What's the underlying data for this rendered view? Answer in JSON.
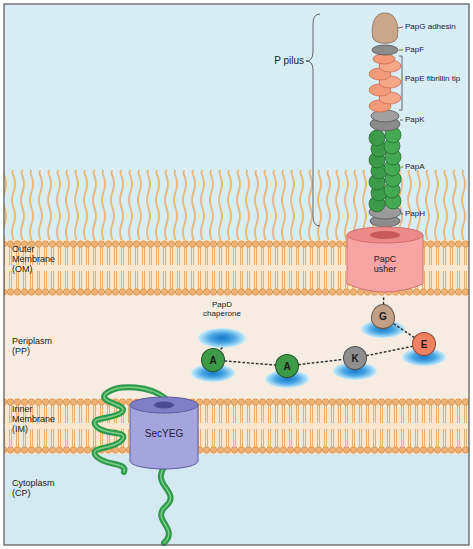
{
  "diagram": {
    "nodes": [
      {
        "text": [
          "PapC usher"
        ]
      },
      {
        "text": [
          "SecYEG"
        ]
      },
      {
        "text": [
          "A"
        ]
      },
      {
        "text": [
          "A"
        ]
      },
      {
        "text": [
          "K"
        ]
      },
      {
        "text": [
          "E"
        ]
      },
      {
        "text": [
          "G"
        ]
      }
    ],
    "edges": [
      {
        "from": 2,
        "to": 3,
        "arrow": "none"
      },
      {
        "from": 3,
        "to": 4,
        "arrow": "none"
      },
      {
        "from": 4,
        "to": 5,
        "arrow": "none"
      },
      {
        "from": 5,
        "to": 6,
        "arrow": "none"
      },
      {
        "from": 6,
        "to": 0,
        "arrow": "none"
      }
    ],
    "labels": [
      "P pilus",
      "PapG adhesin",
      "PapF",
      "PapE fibrillin tip",
      "PapK",
      "PapA",
      "PapH",
      "Outer Membrane (OM)",
      "PapD chaperone",
      "Periplasm (PP)",
      "Inner Membrane (IM)",
      "Cytoplasm (CP)"
    ]
  }
}
